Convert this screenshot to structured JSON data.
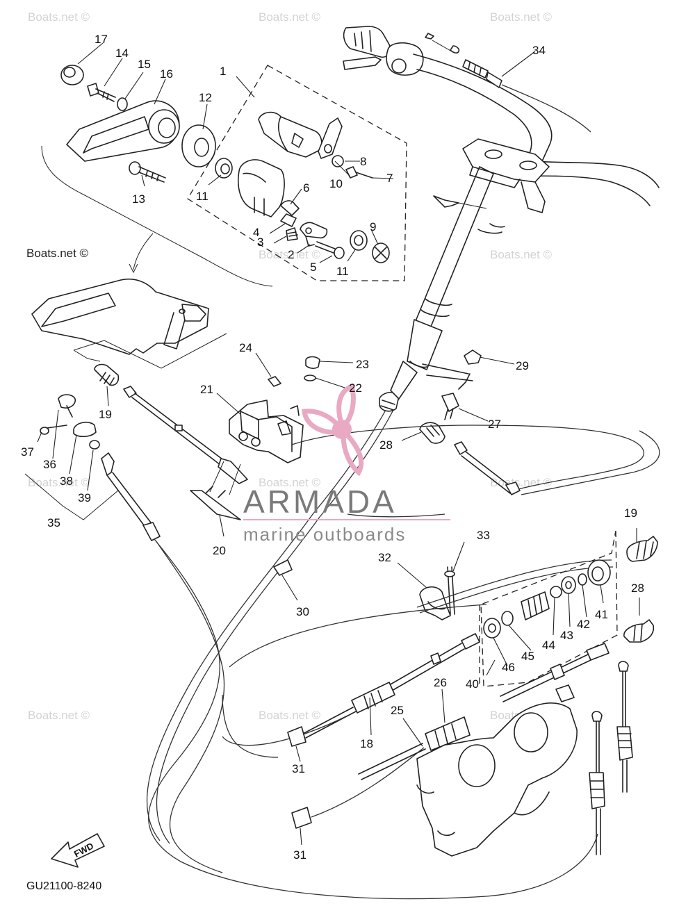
{
  "watermarks": [
    "Boats.net ©",
    "Boats.net ©",
    "Boats.net ©",
    "Boats.net ©",
    "Boats.net ©",
    "Boats.net ©",
    "Boats.net ©",
    "Boats.net ©",
    "Boats.net ©",
    "Boats.net ©",
    "Boats.net ©",
    "Boats.net ©"
  ],
  "brand": {
    "name": "ARMADA",
    "tagline": "marine outboards",
    "accent": "#e9a9c3",
    "text_color": "#7a7a7a"
  },
  "fwd_label": "FWD",
  "diagram_code": "GU21100-8240",
  "callouts": [
    "1",
    "2",
    "3",
    "4",
    "5",
    "6",
    "7",
    "8",
    "9",
    "10",
    "11",
    "11",
    "12",
    "13",
    "14",
    "15",
    "16",
    "17",
    "18",
    "19",
    "19",
    "20",
    "21",
    "22",
    "23",
    "24",
    "25",
    "26",
    "27",
    "28",
    "28",
    "29",
    "30",
    "31",
    "31",
    "32",
    "33",
    "34",
    "35",
    "36",
    "37",
    "38",
    "39",
    "40",
    "41",
    "42",
    "43",
    "44",
    "45",
    "46"
  ]
}
